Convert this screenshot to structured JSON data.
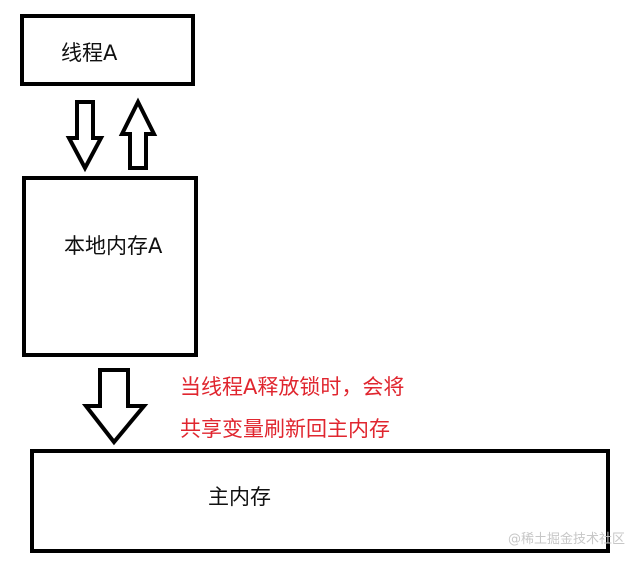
{
  "nodes": {
    "thread_a": {
      "label": "线程A"
    },
    "local_memory_a": {
      "label": "本地内存A"
    },
    "main_memory": {
      "label": "主内存"
    }
  },
  "annotation": {
    "line1": "当线程A释放锁时，会将",
    "line2": "共享变量刷新回主内存"
  },
  "watermark": "@稀土掘金技术社区",
  "colors": {
    "stroke": "#000000",
    "annotation": "#e0262f",
    "watermark": "#c7c7c7"
  }
}
